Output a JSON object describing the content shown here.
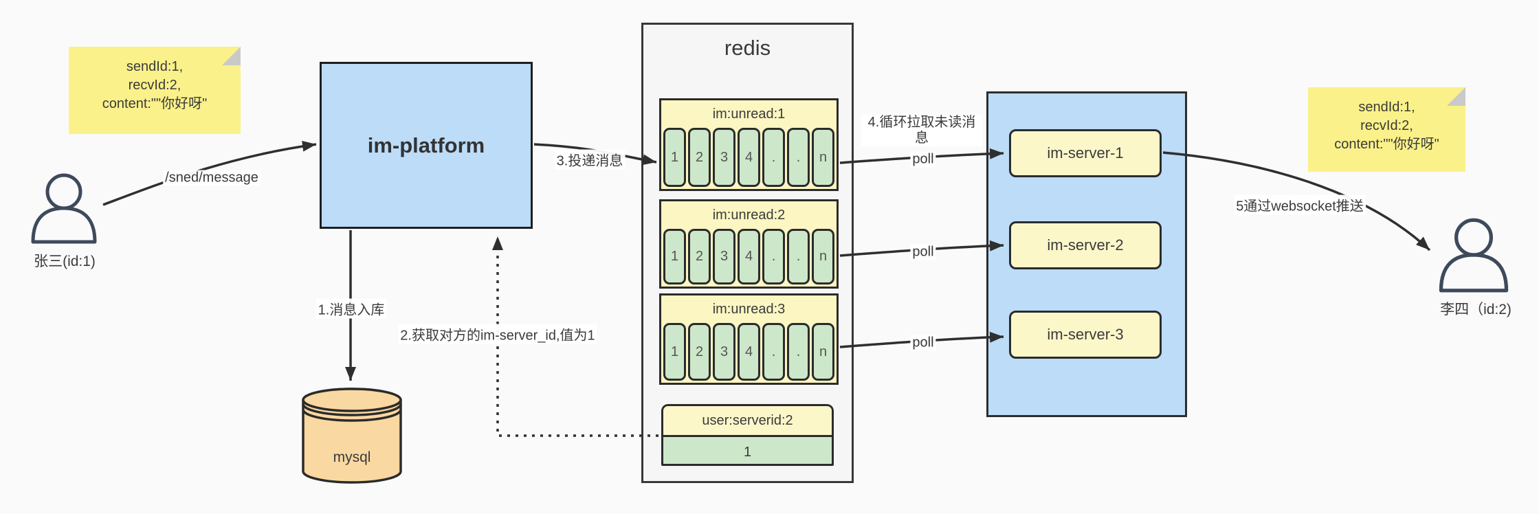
{
  "notes": {
    "left": {
      "lines": [
        "sendId:1,",
        "recvId:2,",
        "content:\"\"你好呀\""
      ]
    },
    "right": {
      "lines": [
        "sendId:1,",
        "recvId:2,",
        "content:\"\"你好呀\""
      ]
    }
  },
  "sender": {
    "label": "张三(id:1)"
  },
  "receiver": {
    "label": "李四（id:2)"
  },
  "platform": {
    "label": "im-platform"
  },
  "mysql": {
    "label": "mysql"
  },
  "redis": {
    "title": "redis",
    "queues": [
      {
        "header": "im:unread:1",
        "cells": [
          "1",
          "2",
          "3",
          "4",
          ".",
          ".",
          "n"
        ]
      },
      {
        "header": "im:unread:2",
        "cells": [
          "1",
          "2",
          "3",
          "4",
          ".",
          ".",
          "n"
        ]
      },
      {
        "header": "im:unread:3",
        "cells": [
          "1",
          "2",
          "3",
          "4",
          ".",
          ".",
          "n"
        ]
      }
    ],
    "kv": {
      "header": "user:serverid:2",
      "value": "1"
    }
  },
  "servers": {
    "items": [
      {
        "label": "im-server-1"
      },
      {
        "label": "im-server-2"
      },
      {
        "label": "im-server-3"
      }
    ]
  },
  "labels": {
    "send_api": "/sned/message",
    "step1": "1.消息入库",
    "step2": "2.获取对方的im-server_id,值为1",
    "step3": "3.投递消息",
    "step4": "4.循环拉取未读消息",
    "step5": "5通过websocket推送",
    "poll1": "poll",
    "poll2": "poll",
    "poll3": "poll"
  },
  "colors": {
    "background": "#fafafa",
    "node_blue": "#bcdcf8",
    "note_yellow": "#faf18a",
    "pale_yellow": "#fcf6c2",
    "cell_green": "#cde7ca",
    "mysql_orange": "#f9d8a2",
    "line": "#2f2f2f"
  }
}
